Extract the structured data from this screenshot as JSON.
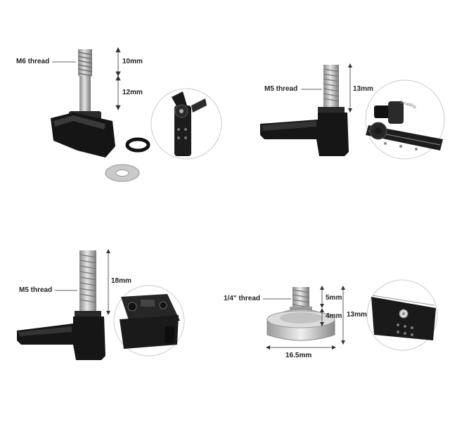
{
  "panel1": {
    "thread_label": "M6 thread",
    "top_dim": "10mm",
    "bottom_dim": "12mm"
  },
  "panel2": {
    "thread_label": "M5 thread",
    "dim": "13mm",
    "brand": "SmallRig"
  },
  "panel3": {
    "thread_label": "M5 thread",
    "dim": "18mm"
  },
  "panel4": {
    "thread_label": "1/4\" thread",
    "top_dim": "5mm",
    "mid_dim": "4mm",
    "total_dim": "13mm",
    "diameter_dim": "16.5mm"
  },
  "colors": {
    "metal": "#b5b5b5",
    "black_part": "#1a1a1a",
    "dim_line": "#333333"
  }
}
